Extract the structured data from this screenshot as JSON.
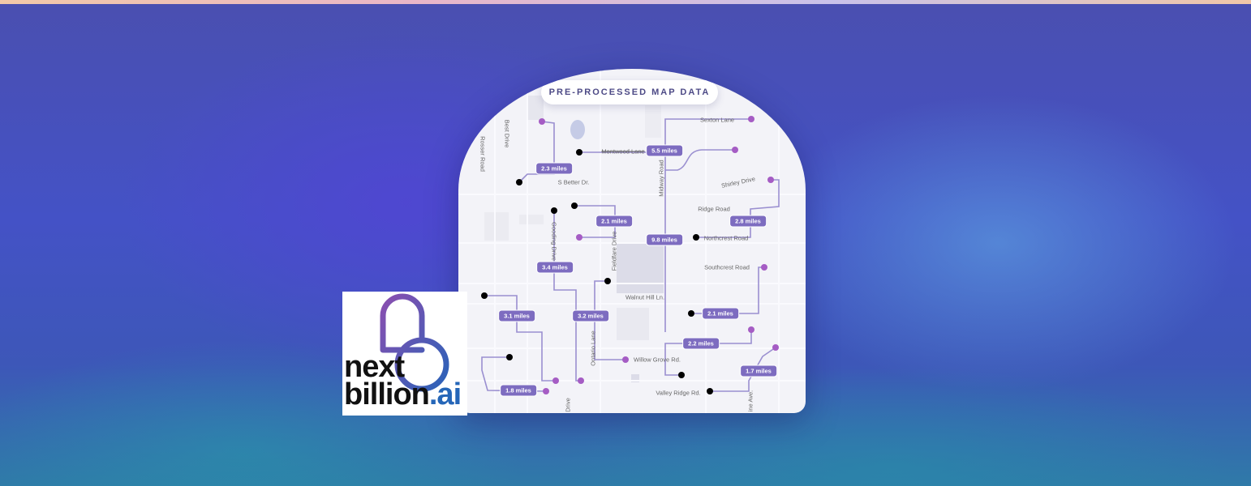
{
  "header": {
    "title": "PRE-PROCESSED MAP DATA"
  },
  "routes": [
    {
      "distance": "2.3 miles"
    },
    {
      "distance": "5.5 miles"
    },
    {
      "distance": "2.1 miles"
    },
    {
      "distance": "2.8 miles"
    },
    {
      "distance": "9.8 miles"
    },
    {
      "distance": "3.4 miles"
    },
    {
      "distance": "3.2 miles"
    },
    {
      "distance": "3.1 miles"
    },
    {
      "distance": "2.1 miles"
    },
    {
      "distance": "2.2 miles"
    },
    {
      "distance": "1.7 miles"
    },
    {
      "distance": "1.8 miles"
    }
  ],
  "streets": {
    "best": "Best Drive",
    "rosser": "Rosser Road",
    "montwood": "Montwood Lane",
    "sexton": "Sexton Lane",
    "better": "S Better Dr.",
    "midway": "Midway Road",
    "shirley": "Shirley Drive",
    "ridge": "Ridge Road",
    "northcrest": "Northcrest Road",
    "southcrest": "Southcrest Road",
    "gooding": "Gooding Drive",
    "fieldfare": "Fieldfare Drive",
    "walnut": "Walnut Hill Ln.",
    "ontario": "Ontario Lane",
    "willow": "Willow Grove Rd.",
    "valley": "Valley Ridge Rd.",
    "drive": "Drive",
    "pine": "ine Ave."
  },
  "logo": {
    "line1": "next",
    "line2": "billion",
    "suffix": ".ai"
  },
  "colors": {
    "route": "#9a8fd0",
    "origin": "#000000",
    "destination": "#a55cc4",
    "label": "#7d6cc0"
  }
}
